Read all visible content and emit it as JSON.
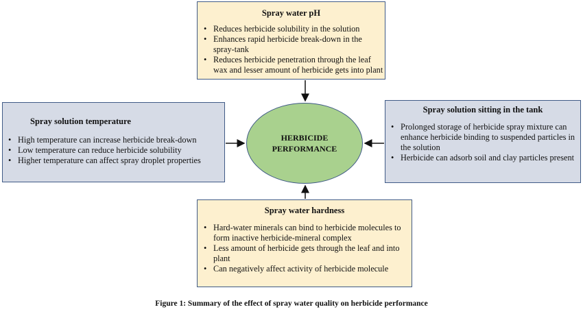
{
  "center": {
    "line1": "HERBICIDE",
    "line2": "PERFORMANCE"
  },
  "top": {
    "title": "Spray water pH",
    "items": [
      "Reduces herbicide solubility in the solution",
      "Enhances rapid herbicide break-down in the spray-tank",
      "Reduces herbicide penetration through the leaf wax and lesser amount of herbicide gets into plant"
    ]
  },
  "left": {
    "title": "Spray solution temperature",
    "items": [
      "High temperature can increase herbicide break-down",
      "Low temperature can reduce herbicide solubility",
      "Higher temperature can affect spray droplet properties"
    ]
  },
  "right": {
    "title": "Spray solution sitting in the tank",
    "items": [
      "Prolonged storage of herbicide spray mixture can enhance herbicide binding to suspended particles in the solution",
      "Herbicide can adsorb soil and clay particles present"
    ]
  },
  "bottom": {
    "title": "Spray water hardness",
    "items": [
      "Hard-water minerals can bind to herbicide molecules to form inactive herbicide-mineral complex",
      "Less amount of herbicide gets through the leaf and into plant",
      "Can negatively affect activity of herbicide molecule"
    ]
  },
  "caption": "Figure 1: Summary of the effect of spray water quality on herbicide performance",
  "colors": {
    "yellow_box": "#fdf0cf",
    "blue_box": "#d6dbe6",
    "ellipse": "#a9d18e",
    "border": "#3f5a86"
  }
}
